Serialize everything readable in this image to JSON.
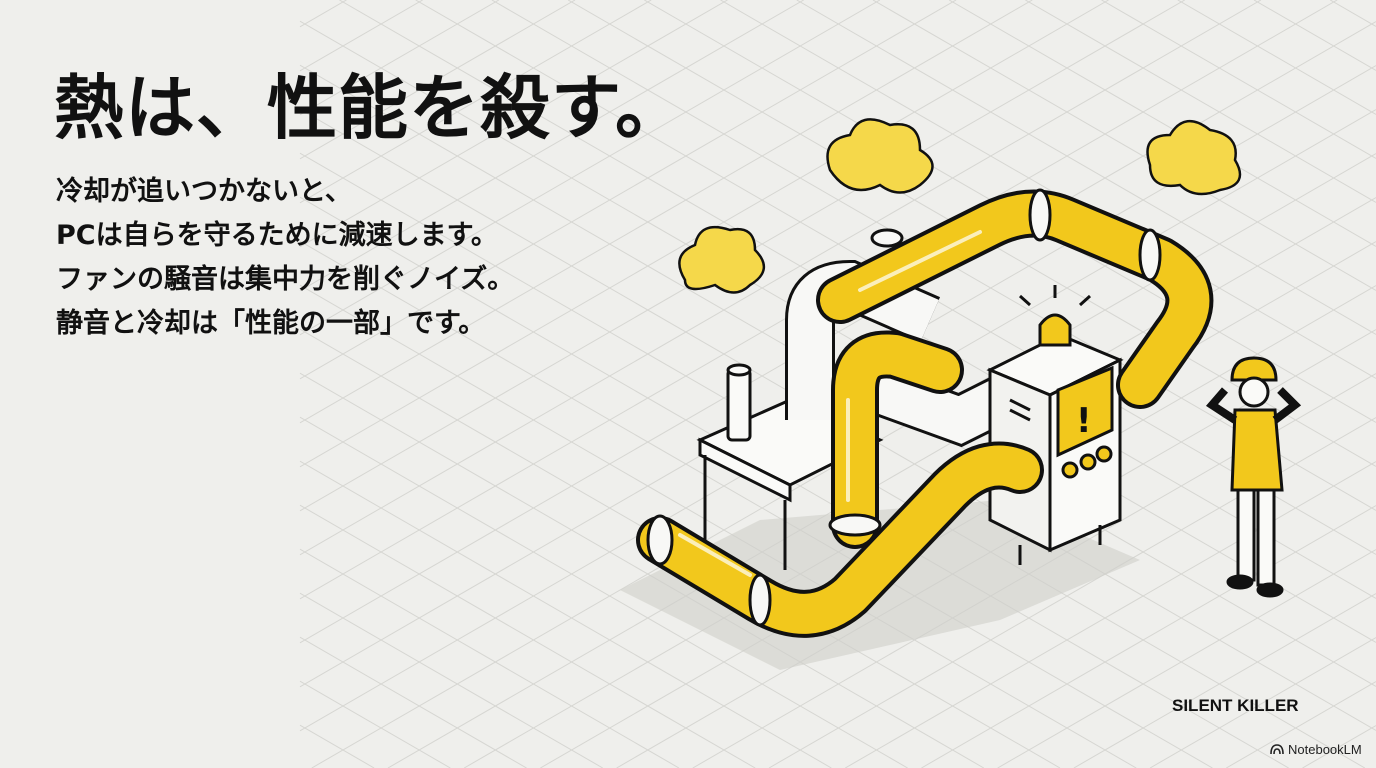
{
  "slide": {
    "title": "熱は、性能を殺す。",
    "body_lines": [
      "冷却が追いつかないと、",
      "PCは自らを守るために減速します。",
      "ファンの騒音は集中力を削ぐノイズ。",
      "静音と冷却は「性能の一部」です。"
    ],
    "tagline": "SILENT KILLER",
    "brand": "NotebookLM",
    "illustration_icon": "overheating-pipes-illustration",
    "colors": {
      "accent": "#f2c81c",
      "ink": "#111111",
      "background": "#efefec"
    }
  }
}
